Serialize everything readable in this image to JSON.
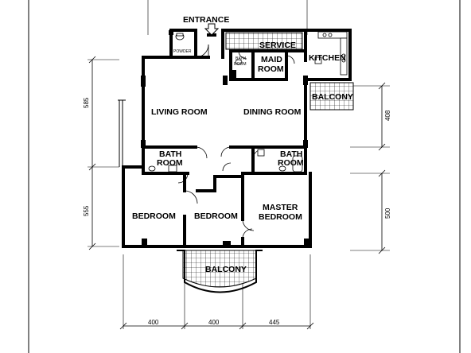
{
  "labels": {
    "entrance": "ENTRANCE",
    "powder": "POWDER",
    "service": "SERVICE",
    "bath_room_small": [
      "BATH",
      "ROOM"
    ],
    "maid_room": [
      "MAID",
      "ROOM"
    ],
    "kitchen": "KITCHEN",
    "balcony_kitchen": "BALCONY",
    "living_room": "LIVING ROOM",
    "dining_room": "DINING ROOM",
    "bath_room_left": [
      "BATH",
      "ROOM"
    ],
    "bath_room_right": [
      "BATH",
      "ROOM"
    ],
    "bedroom_1": "BEDROOM",
    "bedroom_2": "BEDROOM",
    "master_bedroom": [
      "MASTER",
      "BEDROOM"
    ],
    "balcony_bottom": "BALCONY"
  },
  "dimensions": {
    "left_upper": "585",
    "left_lower": "555",
    "right_upper": "408",
    "right_lower": "500",
    "bottom": [
      "400",
      "400",
      "445"
    ]
  },
  "colors": {
    "line": "#000000",
    "background": "#ffffff"
  }
}
